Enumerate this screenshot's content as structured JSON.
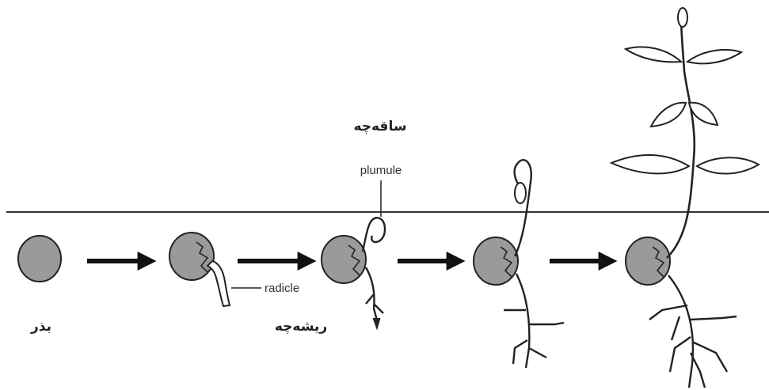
{
  "labels": {
    "plumule": "plumule",
    "plumule_fa": "ساقه‌چه",
    "radicle": "radicle",
    "radicle_fa": "ریشه‌چه",
    "seed_fa": "بذر"
  },
  "stages": [
    {
      "name": "seed"
    },
    {
      "name": "radicle-emerges"
    },
    {
      "name": "plumule-emerges"
    },
    {
      "name": "young-shoot"
    },
    {
      "name": "seedling"
    }
  ],
  "colors": {
    "seed_fill": "#9a9a9a",
    "outline": "#222222",
    "plant_fill": "#ffffff",
    "arrow": "#111111",
    "soil_line": "#333333"
  }
}
